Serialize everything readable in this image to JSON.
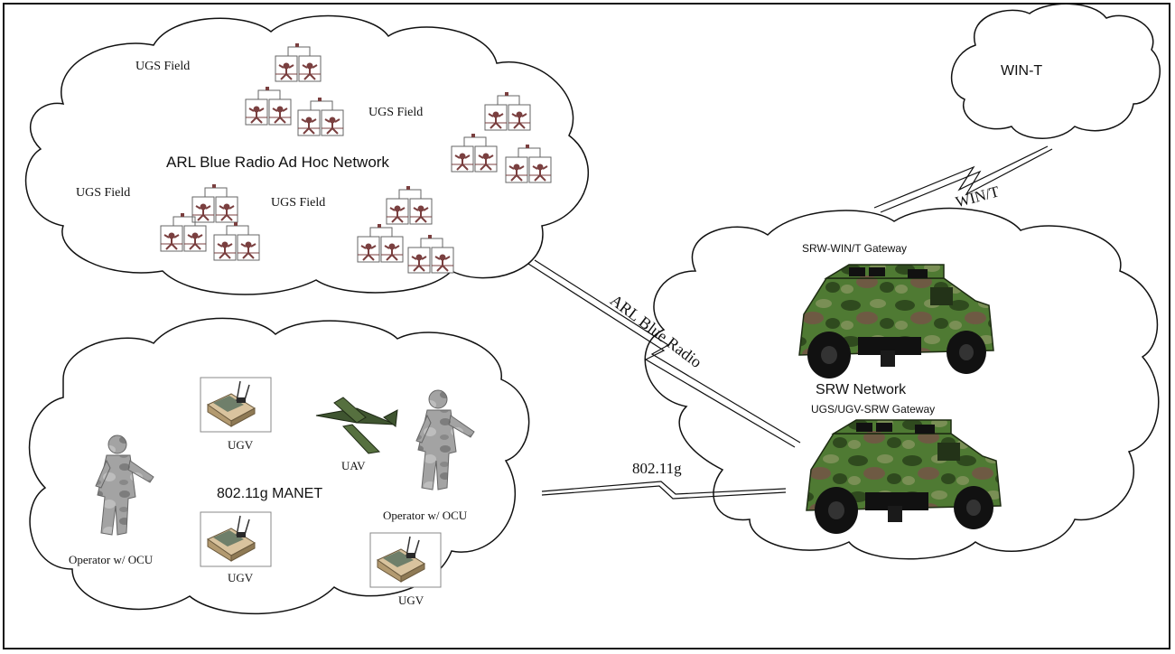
{
  "colors": {
    "outline": "#111111",
    "camo_dark": "#2f4a1e",
    "camo_mid": "#4f7a33",
    "camo_light": "#7a8f55",
    "camo_brown": "#6e5a43",
    "sensor": "#7a3f3f",
    "robot_body": "#c9b28c",
    "soldier": "#9a9a9a"
  },
  "clouds": {
    "blue_radio": {
      "title": "ARL Blue Radio Ad Hoc Network",
      "field_labels": [
        "UGS Field",
        "UGS Field",
        "UGS Field",
        "UGS Field"
      ]
    },
    "manet": {
      "title": "802.11g MANET",
      "ugv_labels": [
        "UGV",
        "UGV",
        "UGV"
      ],
      "uav_label": "UAV",
      "operator_labels": [
        "Operator w/ OCU",
        "Operator w/ OCU"
      ]
    },
    "win_t": {
      "title": "WIN-T"
    },
    "srw": {
      "title": "SRW Network",
      "gateway_top": "SRW-WIN/T Gateway",
      "gateway_bottom": "UGS/UGV-SRW Gateway"
    }
  },
  "links": {
    "win_t": "WIN/T",
    "blue_radio": "ARL Blue Radio",
    "wifi": "802.11g"
  },
  "icons": {
    "sensor": "ugs-sensor-icon",
    "vehicle": "humvee-icon",
    "robot": "ugv-robot-icon",
    "uav": "uav-plane-icon",
    "soldier": "soldier-icon"
  }
}
